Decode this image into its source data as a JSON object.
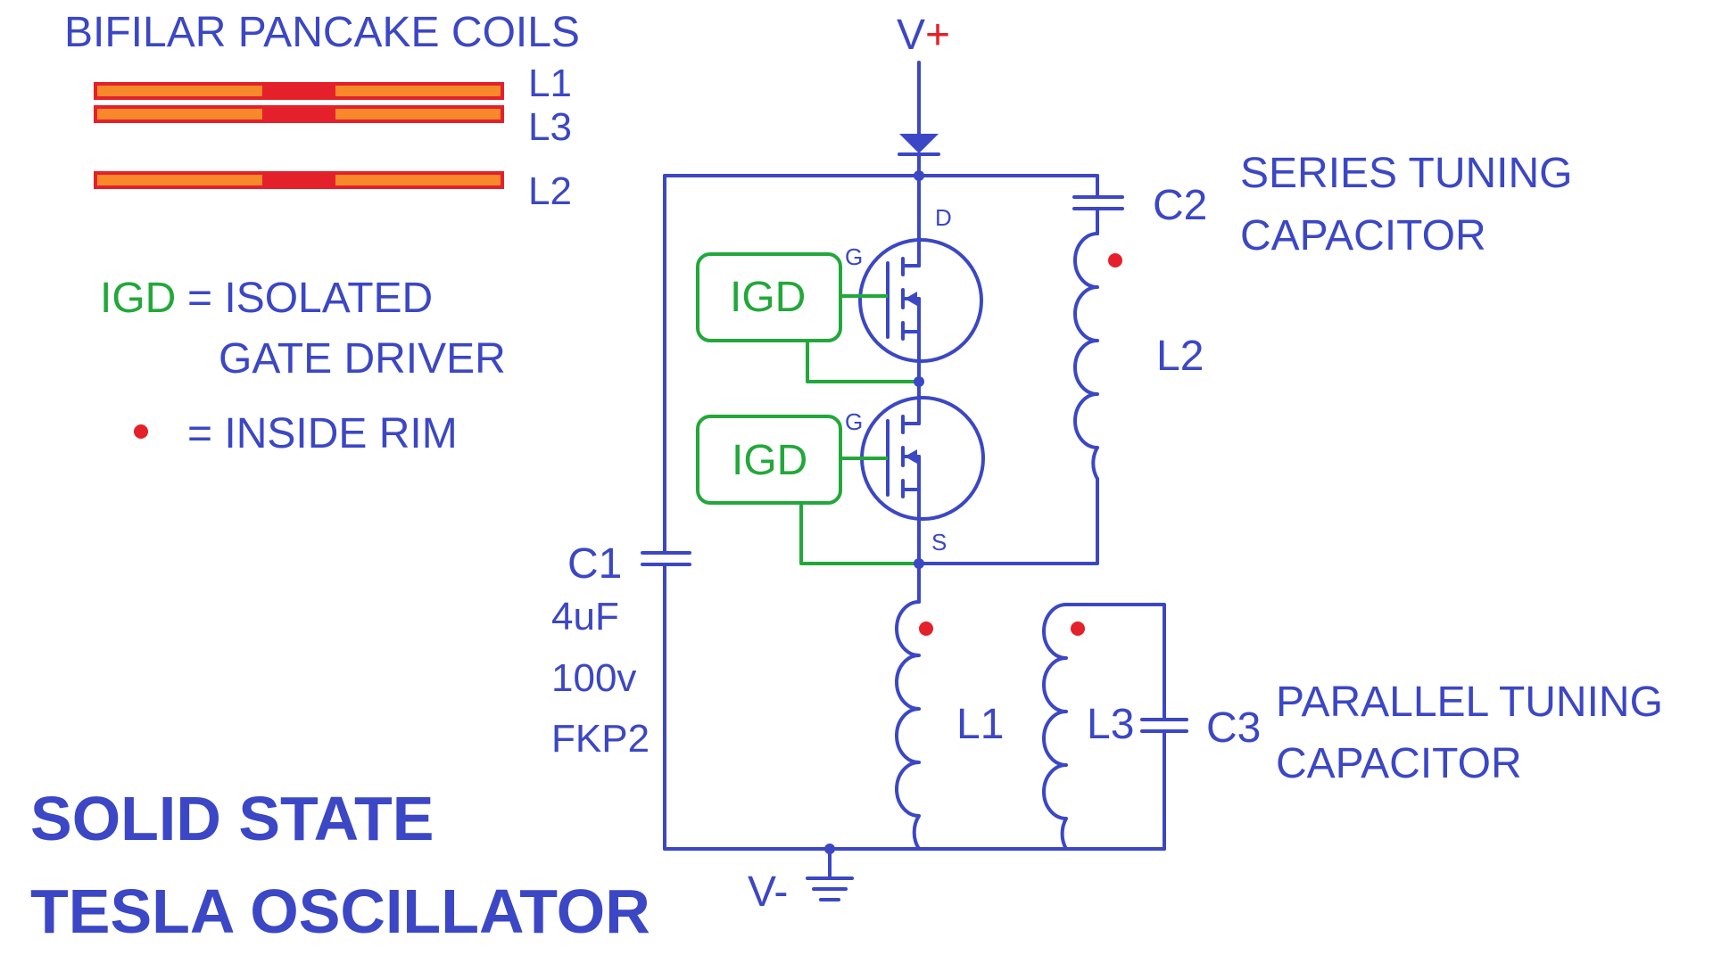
{
  "legend": {
    "coils_heading": "BIFILAR PANCAKE COILS",
    "coil_labels": [
      "L1",
      "L3",
      "L2"
    ],
    "igd_abbrev": "IGD",
    "igd_equals": "= ISOLATED",
    "igd_line2": "GATE DRIVER",
    "dot_meaning": "= INSIDE RIM"
  },
  "supply": {
    "positive_label": "V",
    "positive_sign": "+",
    "negative_label": "V-"
  },
  "components": {
    "drain_label": "D",
    "source_label": "S",
    "gate_label": "G",
    "gate_driver_top": "IGD",
    "gate_driver_bottom": "IGD",
    "c1_name": "C1",
    "c1_value": "4uF",
    "c1_voltage": "100v",
    "c1_type": "FKP2",
    "c2_name": "C2",
    "c2_desc_line1": "SERIES TUNING",
    "c2_desc_line2": "CAPACITOR",
    "l2_name": "L2",
    "l1_name": "L1",
    "l3_name": "L3",
    "c3_name": "C3",
    "c3_desc_line1": "PARALLEL TUNING",
    "c3_desc_line2": "CAPACITOR"
  },
  "title": {
    "line1": "SOLID STATE",
    "line2": "TESLA OSCILLATOR"
  },
  "colors": {
    "wire": "#3b47c4",
    "gate_driver": "#22a83a",
    "inside_rim_dot": "#e4202a",
    "coil_fill": "#f7892b",
    "coil_center": "#e4202a"
  }
}
